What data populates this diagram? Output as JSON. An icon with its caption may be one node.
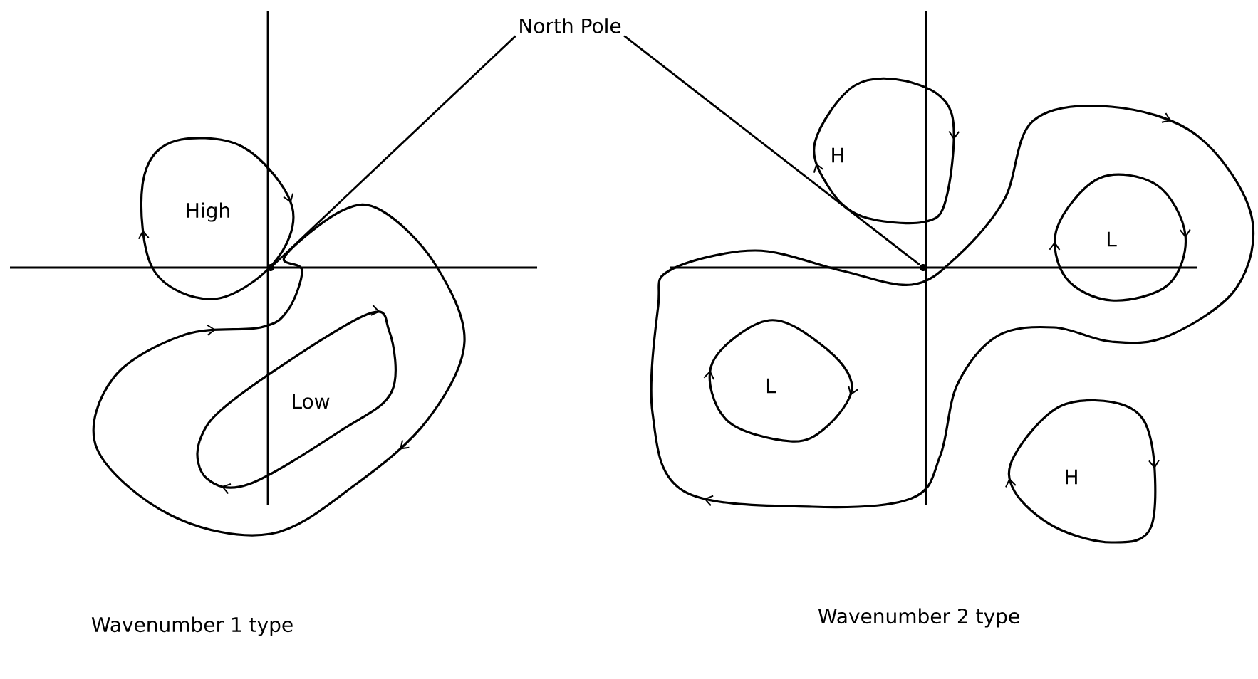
{
  "diagram": {
    "nodes": [
      {
        "text": [
          "North Pole"
        ]
      },
      {
        "text": [],
        "shape": "circle"
      },
      {
        "text": [],
        "shape": "circle"
      }
    ],
    "edges": [
      {
        "from": 0,
        "to": 1,
        "arrow": "none"
      },
      {
        "from": 0,
        "to": 2,
        "arrow": "none"
      }
    ],
    "labels": [
      "High",
      "Low",
      "H",
      "L",
      "L",
      "H",
      "Wavenumber 1 type",
      "Wavenumber 2 type"
    ]
  }
}
